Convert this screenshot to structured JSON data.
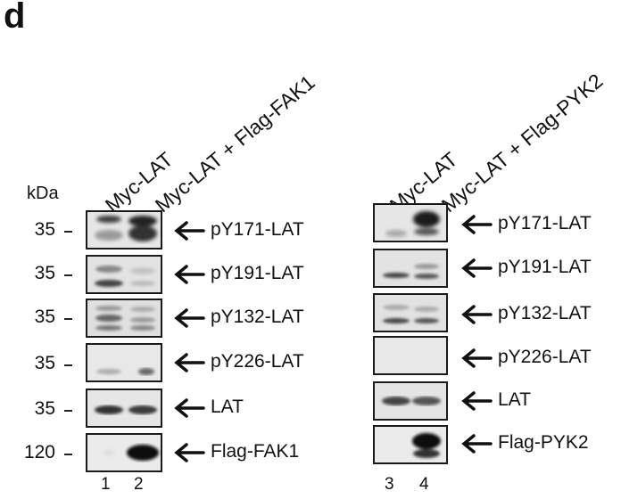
{
  "panel_label": "d",
  "kda_label": "kDa",
  "left_panel": {
    "column_labels": [
      "Myc-LAT",
      "Myc-LAT + Flag-FAK1"
    ],
    "lane_numbers": [
      "1",
      "2"
    ],
    "rows": [
      {
        "mw": "35",
        "label": "pY171-LAT"
      },
      {
        "mw": "35",
        "label": "pY191-LAT"
      },
      {
        "mw": "35",
        "label": "pY132-LAT"
      },
      {
        "mw": "35",
        "label": "pY226-LAT"
      },
      {
        "mw": "35",
        "label": "LAT"
      },
      {
        "mw": "120",
        "label": "Flag-FAK1"
      }
    ]
  },
  "right_panel": {
    "column_labels": [
      "Myc-LAT",
      "Myc-LAT + Flag-PYK2"
    ],
    "lane_numbers": [
      "3",
      "4"
    ],
    "rows": [
      {
        "label": "pY171-LAT"
      },
      {
        "label": "pY191-LAT"
      },
      {
        "label": "pY132-LAT"
      },
      {
        "label": "pY226-LAT"
      },
      {
        "label": "LAT"
      },
      {
        "label": "Flag-PYK2"
      }
    ]
  }
}
